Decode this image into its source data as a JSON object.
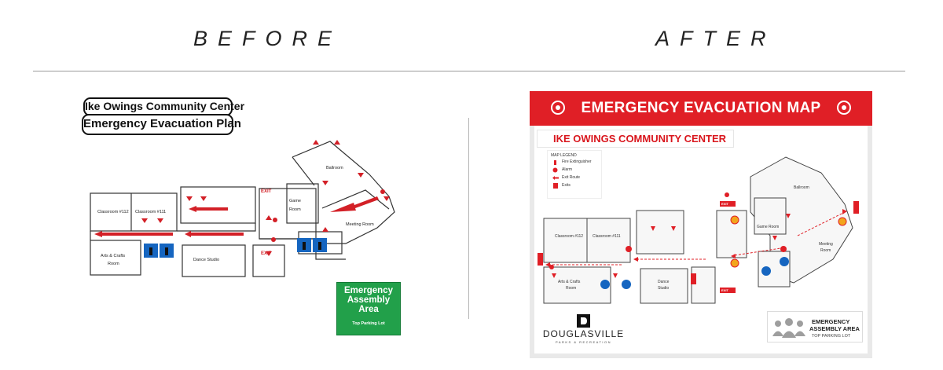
{
  "headings": {
    "before": "BEFORE",
    "after": "AFTER"
  },
  "before": {
    "plan_subtitle": "Ike Owings Community Center",
    "plan_title": "Emergency Evacuation Plan",
    "rooms": {
      "classroom_112": "Classroom #112",
      "classroom_111": "Classroom #111",
      "arts_crafts": "Arts & Crafts",
      "arts_crafts_2": "Room",
      "dance_studio": "Dance Studio",
      "game_room_1": "Game",
      "game_room_2": "Room",
      "ballroom": "Ballroom",
      "meeting_room": "Meeting Room"
    },
    "exit_label": "EXIT",
    "assembly": {
      "line1": "Emergency",
      "line2": "Assembly",
      "line3": "Area",
      "location": "Top Parking Lot"
    }
  },
  "after": {
    "map_title": "EMERGENCY EVACUATION MAP",
    "center_name": "IKE OWINGS COMMUNITY CENTER",
    "legend": {
      "title": "MAP LEGEND",
      "items": [
        "Fire Extinguisher",
        "Alarm",
        "Exit Route",
        "Exits"
      ]
    },
    "rooms": {
      "classroom_112": "Classroom #112",
      "classroom_111": "Classroom #111",
      "arts_crafts_1": "Arts & Crafts",
      "arts_crafts_2": "Room",
      "dance_1": "Dance",
      "dance_2": "Studio",
      "game_room": "Game Room",
      "ballroom": "Ballroom",
      "meeting_1": "Meeting",
      "meeting_2": "Room"
    },
    "exit_label": "EXIT",
    "logo": {
      "name": "DOUGLASVILLE",
      "tagline": "PARKS & RECREATION"
    },
    "assembly": {
      "line1": "EMERGENCY",
      "line2": "ASSEMBLY AREA",
      "location": "TOP PARKING LOT"
    },
    "colors": {
      "brand_red": "#e01f26",
      "panel_gray": "#e9e9e9",
      "restroom_blue": "#1565c0"
    }
  }
}
